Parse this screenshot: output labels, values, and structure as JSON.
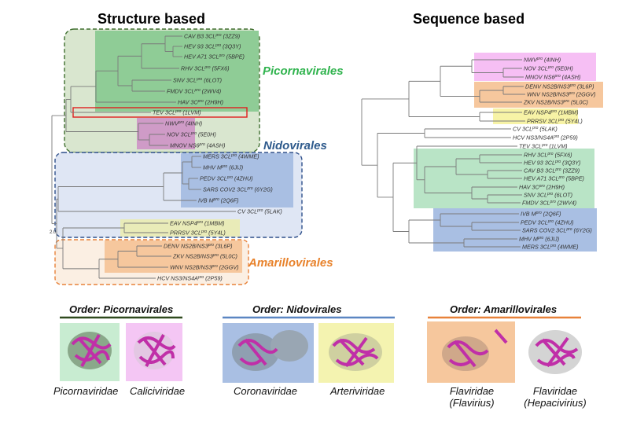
{
  "titles": {
    "left": "Structure based",
    "right": "Sequence based"
  },
  "orders": {
    "picornavirales": "Picornavirales",
    "nidovirales": "Nidovirales",
    "amarillovirales": "Amarillovirales"
  },
  "colors": {
    "picornaviridae": "#a6dfb7",
    "caliciviridae": "#f2b6f2",
    "coronaviridae": "#a9bfe3",
    "arteriviridae": "#f4f3b0",
    "flaviridae": "#f6c79d",
    "picorna_label": "#2fb34d",
    "nido_label": "#2e5a8c",
    "amarillo_label": "#e8822b",
    "picorna_line": "#2f4a1e",
    "nido_line": "#5b86c2",
    "amarillo_line": "#e8823a",
    "highlight": "#e02020"
  },
  "structure_tree": {
    "leaves": [
      {
        "name": "CAV B3 3CL",
        "sup": "pro",
        "pdb": "(3ZZ9)"
      },
      {
        "name": "HEV 93 3CL",
        "sup": "pro",
        "pdb": "(3Q3Y)"
      },
      {
        "name": "HEV A71 3CL",
        "sup": "pro",
        "pdb": "(5BPE)"
      },
      {
        "name": "RHV 3CL",
        "sup": "pro",
        "pdb": "(5FX6)"
      },
      {
        "name": "SNV 3CL",
        "sup": "pro",
        "pdb": "(6LOT)"
      },
      {
        "name": "FMDV 3CL",
        "sup": "pro",
        "pdb": "(2WV4)"
      },
      {
        "name": "HAV 3C",
        "sup": "pro",
        "pdb": "(2H9H)"
      },
      {
        "name": "TEV 3CL",
        "sup": "pro",
        "pdb": "(1LVM)"
      },
      {
        "name": "NWV",
        "sup": "pro",
        "pdb": "(4INH)"
      },
      {
        "name": "NOV 3CL",
        "sup": "pro",
        "pdb": "(5E0H)"
      },
      {
        "name": "MNOV NS6",
        "sup": "pro",
        "pdb": "(4ASH)"
      },
      {
        "name": "MERS 3CL",
        "sup": "pro",
        "pdb": "(4WME)"
      },
      {
        "name": "MHV M",
        "sup": "pro",
        "pdb": "(6JIJ)"
      },
      {
        "name": "PEDV 3CL",
        "sup": "pro",
        "pdb": "(4ZHU)"
      },
      {
        "name": "SARS COV2 3CL",
        "sup": "pro",
        "pdb": "(6Y2G)"
      },
      {
        "name": "IVB M",
        "sup": "pro",
        "pdb": "(2Q6F)"
      },
      {
        "name": "CV 3CL",
        "sup": "pro",
        "pdb": "(5LAK)"
      },
      {
        "name": "EAV NSP4",
        "sup": "pro",
        "pdb": "(1MBM)"
      },
      {
        "name": "PRRSV 3CL",
        "sup": "pro",
        "pdb": "(5Y4L)"
      },
      {
        "name": "DENV NS2B/NS3",
        "sup": "pro",
        "pdb": "(3L6P)"
      },
      {
        "name": "ZKV NS2B/NS3",
        "sup": "pro",
        "pdb": "(5L0C)"
      },
      {
        "name": "WNV NS2B/NS3",
        "sup": "pro",
        "pdb": "(2GGV)"
      },
      {
        "name": "HCV NS3/NS4A",
        "sup": "pro",
        "pdb": "(2P59)"
      }
    ],
    "scale_label": "2.0"
  },
  "sequence_tree": {
    "leaves": [
      {
        "name": "NWV",
        "sup": "pro",
        "pdb": "(4INH)"
      },
      {
        "name": "NOV 3CL",
        "sup": "pro",
        "pdb": "(5E0H)"
      },
      {
        "name": "MNOV NS6",
        "sup": "pro",
        "pdb": "(4ASH)"
      },
      {
        "name": "DENV NS2B/NS3",
        "sup": "pro",
        "pdb": "(3L6P)"
      },
      {
        "name": "WNV NS2B/NS3",
        "sup": "pro",
        "pdb": "(2GGV)"
      },
      {
        "name": "ZKV NS2B/NS3",
        "sup": "pro",
        "pdb": "(5L0C)"
      },
      {
        "name": "EAV NSP4",
        "sup": "pro",
        "pdb": "(1MBM)"
      },
      {
        "name": "PRRSV 3CL",
        "sup": "pro",
        "pdb": "(5Y4L)"
      },
      {
        "name": "CV 3CL",
        "sup": "pro",
        "pdb": "(5LAK)"
      },
      {
        "name": "HCV NS3/NS4A",
        "sup": "pro",
        "pdb": "(2P59)"
      },
      {
        "name": "TEV 3CL",
        "sup": "pro",
        "pdb": "(1LVM)"
      },
      {
        "name": "RHV 3CL",
        "sup": "pro",
        "pdb": "(5FX6)"
      },
      {
        "name": "HEV 93 3CL",
        "sup": "pro",
        "pdb": "(3Q3Y)"
      },
      {
        "name": "CAV B3 3CL",
        "sup": "pro",
        "pdb": "(3ZZ9)"
      },
      {
        "name": "HEV A71 3CL",
        "sup": "pro",
        "pdb": "(5BPE)"
      },
      {
        "name": "HAV 3C",
        "sup": "pro",
        "pdb": "(2H9H)"
      },
      {
        "name": "SNV 3CL",
        "sup": "pro",
        "pdb": "(6LOT)"
      },
      {
        "name": "FMDV 3CL",
        "sup": "pro",
        "pdb": "(2WV4)"
      },
      {
        "name": "IVB M",
        "sup": "pro",
        "pdb": "(2Q6F)"
      },
      {
        "name": "PEDV 3CL",
        "sup": "pro",
        "pdb": "(4ZHU)"
      },
      {
        "name": "SARS COV2 3CL",
        "sup": "pro",
        "pdb": "(6Y2G)"
      },
      {
        "name": "MHV M",
        "sup": "pro",
        "pdb": "(6JIJ)"
      },
      {
        "name": "MERS 3CL",
        "sup": "pro",
        "pdb": "(4WME)"
      }
    ]
  },
  "legend": {
    "groups": [
      {
        "heading": "Order: Picornavirales",
        "families": [
          "Picornaviridae",
          "Caliciviridae"
        ]
      },
      {
        "heading": "Order: Nidovirales",
        "families": [
          "Coronaviridae",
          "Arteriviridae"
        ]
      },
      {
        "heading": "Order: Amarillovirales",
        "families": [
          "Flaviridae\n(Flavirius)",
          "Flaviridae\n(Hepacivirius)"
        ]
      }
    ]
  }
}
